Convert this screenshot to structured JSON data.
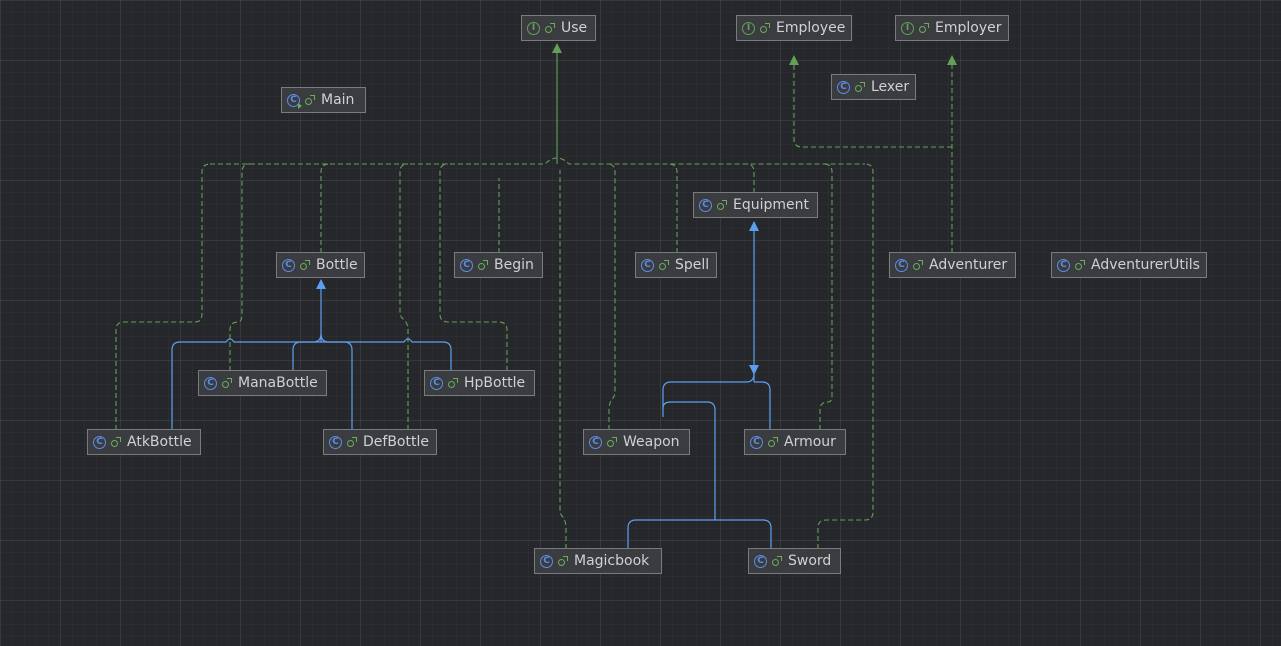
{
  "colors": {
    "implements": "#62a05a",
    "extends": "#5ba0ee",
    "class_icon": "#5b8ee6",
    "interface_icon": "#62a05a",
    "node_bg": "#3b3c40",
    "node_border": "#7a7b80",
    "text": "#cfd1d6"
  },
  "nodes": [
    {
      "id": "Use",
      "label": "Use",
      "kind": "interface",
      "icon": "interface-icon"
    },
    {
      "id": "Employee",
      "label": "Employee",
      "kind": "interface",
      "icon": "interface-icon"
    },
    {
      "id": "Employer",
      "label": "Employer",
      "kind": "interface",
      "icon": "interface-icon"
    },
    {
      "id": "Main",
      "label": "Main",
      "kind": "class",
      "icon": "runnable-class-icon"
    },
    {
      "id": "Lexer",
      "label": "Lexer",
      "kind": "class",
      "icon": "class-icon"
    },
    {
      "id": "Equipment",
      "label": "Equipment",
      "kind": "class",
      "icon": "class-icon"
    },
    {
      "id": "Bottle",
      "label": "Bottle",
      "kind": "class",
      "icon": "class-icon"
    },
    {
      "id": "Begin",
      "label": "Begin",
      "kind": "class",
      "icon": "class-icon"
    },
    {
      "id": "Spell",
      "label": "Spell",
      "kind": "class",
      "icon": "class-icon"
    },
    {
      "id": "Adventurer",
      "label": "Adventurer",
      "kind": "class",
      "icon": "class-icon"
    },
    {
      "id": "AdventurerUtils",
      "label": "AdventurerUtils",
      "kind": "class",
      "icon": "class-icon"
    },
    {
      "id": "ManaBottle",
      "label": "ManaBottle",
      "kind": "class",
      "icon": "class-icon"
    },
    {
      "id": "HpBottle",
      "label": "HpBottle",
      "kind": "class",
      "icon": "class-icon"
    },
    {
      "id": "AtkBottle",
      "label": "AtkBottle",
      "kind": "class",
      "icon": "class-icon"
    },
    {
      "id": "DefBottle",
      "label": "DefBottle",
      "kind": "class",
      "icon": "class-icon"
    },
    {
      "id": "Weapon",
      "label": "Weapon",
      "kind": "class",
      "icon": "class-icon"
    },
    {
      "id": "Armour",
      "label": "Armour",
      "kind": "class",
      "icon": "class-icon"
    },
    {
      "id": "Magicbook",
      "label": "Magicbook",
      "kind": "class",
      "icon": "class-icon"
    },
    {
      "id": "Sword",
      "label": "Sword",
      "kind": "class",
      "icon": "class-icon"
    }
  ],
  "relations": [
    {
      "from": "Bottle",
      "to": "Use",
      "type": "implements"
    },
    {
      "from": "Begin",
      "to": "Use",
      "type": "implements"
    },
    {
      "from": "Spell",
      "to": "Use",
      "type": "implements"
    },
    {
      "from": "Equipment",
      "to": "Use",
      "type": "implements"
    },
    {
      "from": "AtkBottle",
      "to": "Use",
      "type": "implements"
    },
    {
      "from": "ManaBottle",
      "to": "Use",
      "type": "implements"
    },
    {
      "from": "DefBottle",
      "to": "Use",
      "type": "implements"
    },
    {
      "from": "HpBottle",
      "to": "Use",
      "type": "implements"
    },
    {
      "from": "Weapon",
      "to": "Use",
      "type": "implements"
    },
    {
      "from": "Magicbook",
      "to": "Use",
      "type": "implements"
    },
    {
      "from": "Armour",
      "to": "Use",
      "type": "implements"
    },
    {
      "from": "Sword",
      "to": "Use",
      "type": "implements"
    },
    {
      "from": "Adventurer",
      "to": "Employee",
      "type": "implements"
    },
    {
      "from": "Adventurer",
      "to": "Employer",
      "type": "implements"
    },
    {
      "from": "AtkBottle",
      "to": "Bottle",
      "type": "extends"
    },
    {
      "from": "ManaBottle",
      "to": "Bottle",
      "type": "extends"
    },
    {
      "from": "DefBottle",
      "to": "Bottle",
      "type": "extends"
    },
    {
      "from": "HpBottle",
      "to": "Bottle",
      "type": "extends"
    },
    {
      "from": "Weapon",
      "to": "Equipment",
      "type": "extends"
    },
    {
      "from": "Armour",
      "to": "Equipment",
      "type": "extends"
    },
    {
      "from": "Magicbook",
      "to": "Weapon",
      "type": "extends"
    },
    {
      "from": "Sword",
      "to": "Weapon",
      "type": "extends"
    }
  ]
}
